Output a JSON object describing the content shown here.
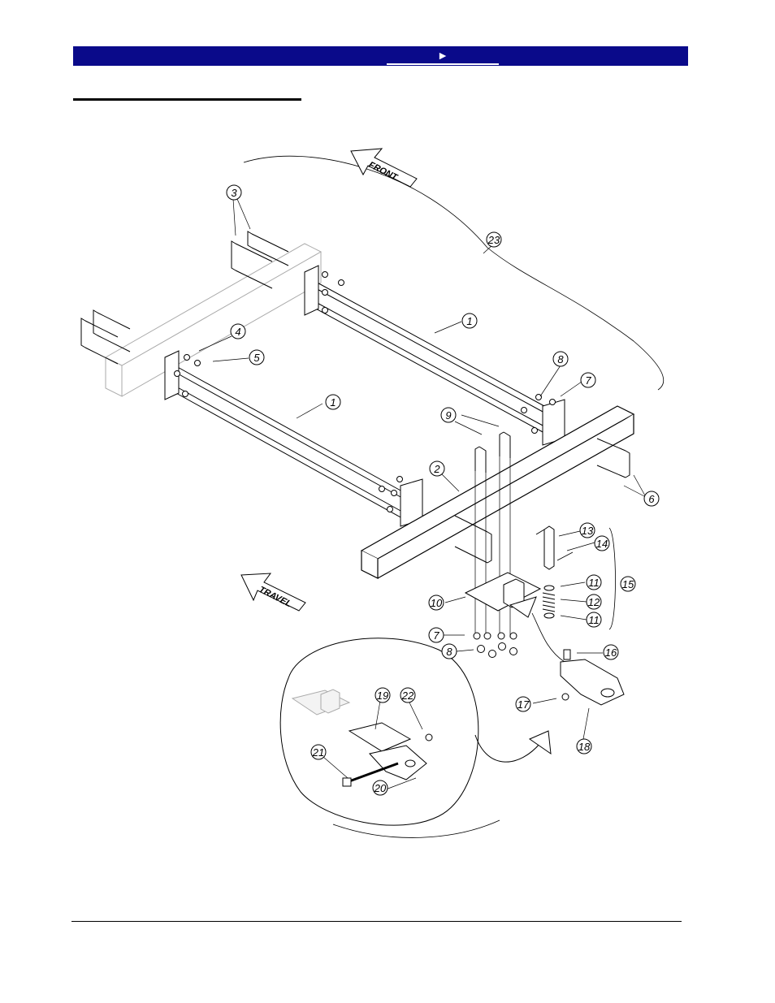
{
  "header": {
    "nav_arrow": "►",
    "bar_color": "#0a0a8a"
  },
  "diagram": {
    "direction_labels": {
      "front": "FRONT",
      "travel": "TRAVEL"
    },
    "callouts": [
      "1",
      "1",
      "2",
      "3",
      "4",
      "5",
      "6",
      "7",
      "7",
      "8",
      "8",
      "9",
      "10",
      "11",
      "11",
      "12",
      "13",
      "14",
      "15",
      "16",
      "17",
      "18",
      "19",
      "20",
      "21",
      "22",
      "23"
    ]
  }
}
